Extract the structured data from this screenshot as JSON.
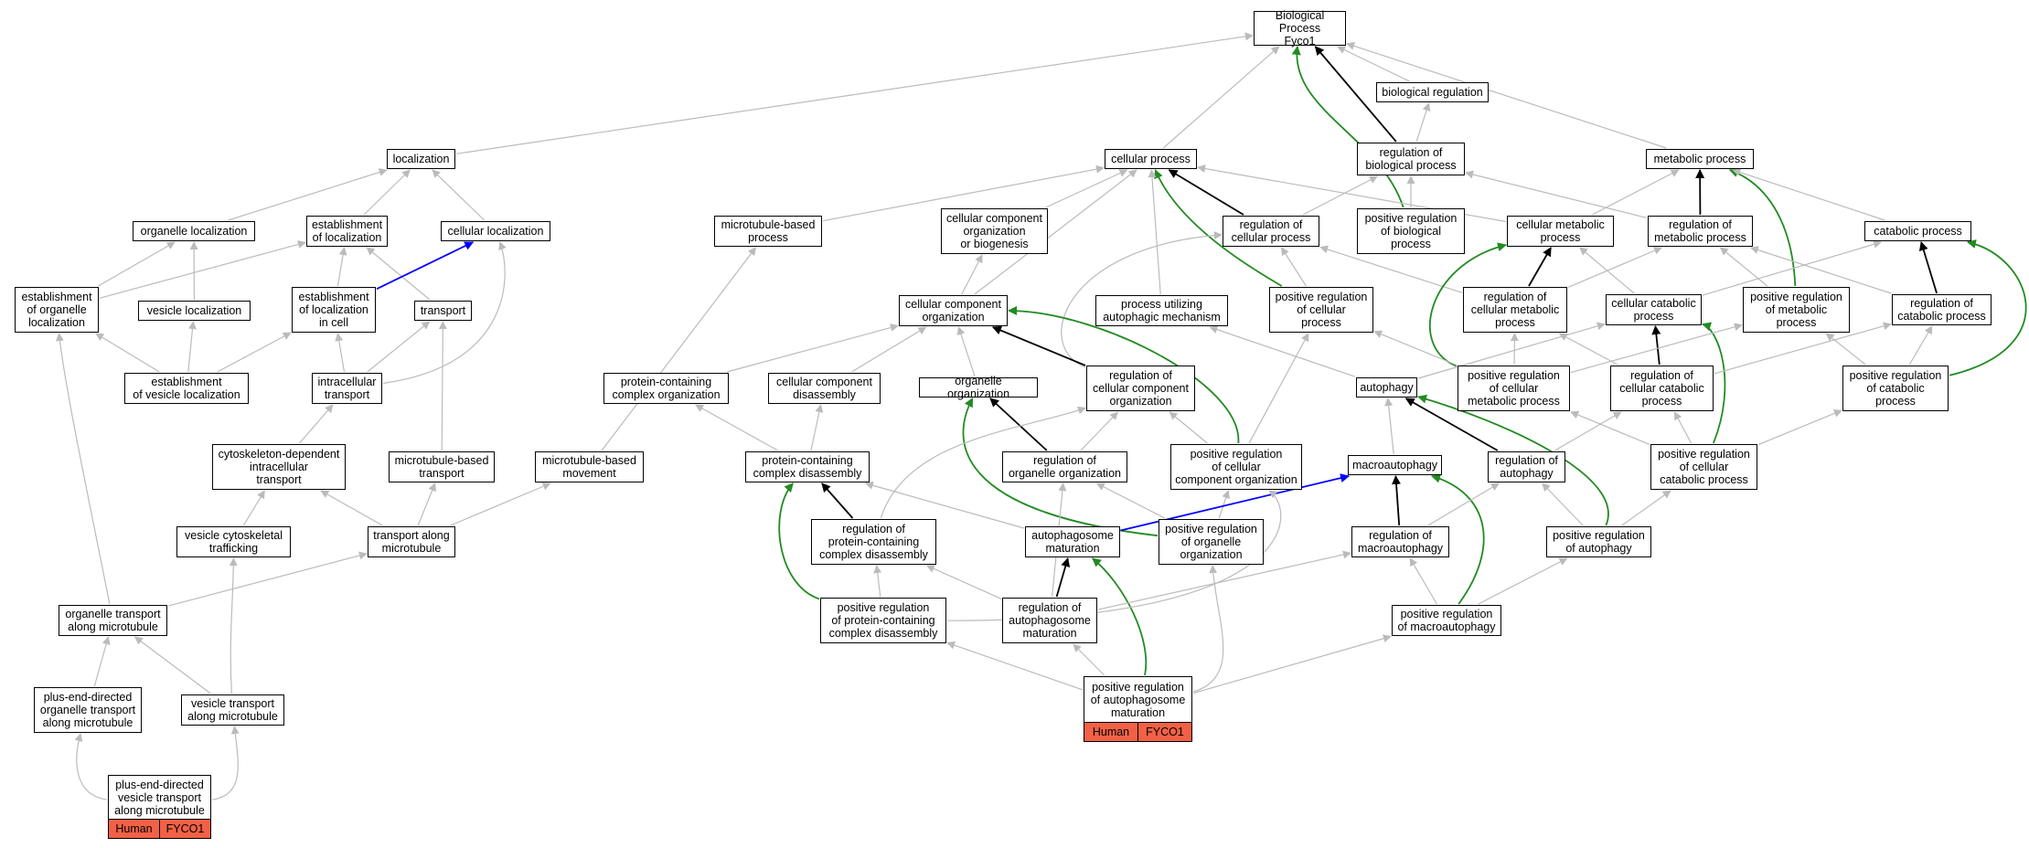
{
  "colors": {
    "edge_default": "#bbbbbb",
    "edge_black": "#000000",
    "edge_green": "#228b22",
    "edge_blue": "#0000ff",
    "tag_fill": "#f26146"
  },
  "nodes": [
    {
      "id": "bp",
      "label": "Biological Process\nFyco1"
    },
    {
      "id": "bioreg",
      "label": "biological regulation"
    },
    {
      "id": "regbio",
      "label": "regulation of\nbiological process"
    },
    {
      "id": "posregbio",
      "label": "positive regulation\nof biological\nprocess"
    },
    {
      "id": "cellproc",
      "label": "cellular process"
    },
    {
      "id": "metab",
      "label": "metabolic process"
    },
    {
      "id": "localization",
      "label": "localization"
    },
    {
      "id": "orgloc",
      "label": "organelle localization"
    },
    {
      "id": "estloc",
      "label": "establishment\nof localization"
    },
    {
      "id": "cellloc",
      "label": "cellular localization"
    },
    {
      "id": "mtbased",
      "label": "microtubule-based\nprocess"
    },
    {
      "id": "ccob",
      "label": "cellular component\norganization\nor biogenesis"
    },
    {
      "id": "regcell",
      "label": "regulation of\ncellular process"
    },
    {
      "id": "cellmetab",
      "label": "cellular metabolic\nprocess"
    },
    {
      "id": "regmetab",
      "label": "regulation of\nmetabolic process"
    },
    {
      "id": "catab",
      "label": "catabolic process"
    },
    {
      "id": "estorgloc",
      "label": "establishment\nof organelle\nlocalization"
    },
    {
      "id": "vesloc",
      "label": "vesicle localization"
    },
    {
      "id": "estlocincell",
      "label": "establishment\nof localization\nin cell"
    },
    {
      "id": "transport",
      "label": "transport"
    },
    {
      "id": "cco",
      "label": "cellular component\norganization"
    },
    {
      "id": "autophmech",
      "label": "process utilizing\nautophagic mechanism"
    },
    {
      "id": "posregcell",
      "label": "positive regulation\nof cellular\nprocess"
    },
    {
      "id": "regcellmetab",
      "label": "regulation of\ncellular metabolic\nprocess"
    },
    {
      "id": "cellcatab",
      "label": "cellular catabolic\nprocess"
    },
    {
      "id": "posregmetab",
      "label": "positive regulation\nof metabolic\nprocess"
    },
    {
      "id": "regcatab",
      "label": "regulation of\ncatabolic process"
    },
    {
      "id": "estvesloc",
      "label": "establishment\nof vesicle localization"
    },
    {
      "id": "intracell",
      "label": "intracellular\ntransport"
    },
    {
      "id": "pcco",
      "label": "protein-containing\ncomplex organization"
    },
    {
      "id": "ccdis",
      "label": "cellular component\ndisassembly"
    },
    {
      "id": "orgorg",
      "label": "organelle organization"
    },
    {
      "id": "regcco",
      "label": "regulation of\ncellular component\norganization"
    },
    {
      "id": "autophagy",
      "label": "autophagy"
    },
    {
      "id": "posregcellmetab",
      "label": "positive regulation\nof cellular\nmetabolic process"
    },
    {
      "id": "regcellcatab",
      "label": "regulation of\ncellular catabolic\nprocess"
    },
    {
      "id": "posregcatab",
      "label": "positive regulation\nof catabolic\nprocess"
    },
    {
      "id": "cytoskel",
      "label": "cytoskeleton-dependent\nintracellular\ntransport"
    },
    {
      "id": "mtbtrans",
      "label": "microtubule-based\ntransport"
    },
    {
      "id": "mtbmove",
      "label": "microtubule-based\nmovement"
    },
    {
      "id": "pcdis",
      "label": "protein-containing\ncomplex disassembly"
    },
    {
      "id": "regorgorg",
      "label": "regulation of\norganelle organization"
    },
    {
      "id": "posregcco",
      "label": "positive regulation\nof cellular\ncomponent organization"
    },
    {
      "id": "macroaut",
      "label": "macroautophagy"
    },
    {
      "id": "regaut",
      "label": "regulation of\nautophagy"
    },
    {
      "id": "posregcellcatab",
      "label": "positive regulation\nof cellular\ncatabolic process"
    },
    {
      "id": "vescyto",
      "label": "vesicle cytoskeletal\ntrafficking"
    },
    {
      "id": "transalong",
      "label": "transport along\nmicrotubule"
    },
    {
      "id": "regpcdis",
      "label": "regulation of\nprotein-containing\ncomplex disassembly"
    },
    {
      "id": "autmat",
      "label": "autophagosome\nmaturation"
    },
    {
      "id": "posregorgorg",
      "label": "positive regulation\nof organelle\norganization"
    },
    {
      "id": "regmacro",
      "label": "regulation of\nmacroautophagy"
    },
    {
      "id": "posregaut",
      "label": "positive regulation\nof autophagy"
    },
    {
      "id": "orgtrans",
      "label": "organelle transport\nalong microtubule"
    },
    {
      "id": "posregpcdis",
      "label": "positive regulation\nof protein-containing\ncomplex disassembly"
    },
    {
      "id": "regautmat",
      "label": "regulation of\nautophagosome\nmaturation"
    },
    {
      "id": "posregmacro",
      "label": "positive regulation\nof macroautophagy"
    },
    {
      "id": "plusorg",
      "label": "plus-end-directed\norganelle transport\nalong microtubule"
    },
    {
      "id": "vestrans",
      "label": "vesicle transport\nalong microtubule"
    },
    {
      "id": "leaf1",
      "label": "plus-end-directed\nvesicle transport\nalong microtubule",
      "tags": [
        "Human",
        "FYCO1"
      ]
    },
    {
      "id": "leaf2",
      "label": "positive regulation\nof autophagosome\nmaturation",
      "tags": [
        "Human",
        "FYCO1"
      ]
    }
  ],
  "edges": [
    {
      "from": "localization",
      "to": "bp",
      "type": "default"
    },
    {
      "from": "cellproc",
      "to": "bp",
      "type": "default"
    },
    {
      "from": "regbio",
      "to": "bp",
      "type": "black"
    },
    {
      "from": "posregbio",
      "to": "bp",
      "type": "green"
    },
    {
      "from": "bioreg",
      "to": "bp",
      "type": "default"
    },
    {
      "from": "metab",
      "to": "bp",
      "type": "default"
    },
    {
      "from": "regbio",
      "to": "bioreg",
      "type": "default"
    },
    {
      "from": "posregbio",
      "to": "regbio",
      "type": "default"
    },
    {
      "from": "regcell",
      "to": "regbio",
      "type": "default"
    },
    {
      "from": "regmetab",
      "to": "regbio",
      "type": "default"
    },
    {
      "from": "orgloc",
      "to": "localization",
      "type": "default"
    },
    {
      "from": "estloc",
      "to": "localization",
      "type": "default"
    },
    {
      "from": "cellloc",
      "to": "localization",
      "type": "default"
    },
    {
      "from": "mtbased",
      "to": "cellproc",
      "type": "default"
    },
    {
      "from": "ccob",
      "to": "cellproc",
      "type": "default"
    },
    {
      "from": "regcell",
      "to": "cellproc",
      "type": "black"
    },
    {
      "from": "posregcell",
      "to": "cellproc",
      "type": "green"
    },
    {
      "from": "autophmech",
      "to": "cellproc",
      "type": "default"
    },
    {
      "from": "cellmetab",
      "to": "cellproc",
      "type": "default"
    },
    {
      "from": "cco",
      "to": "cellproc",
      "type": "default"
    },
    {
      "from": "cellmetab",
      "to": "metab",
      "type": "default"
    },
    {
      "from": "regmetab",
      "to": "metab",
      "type": "black"
    },
    {
      "from": "posregmetab",
      "to": "metab",
      "type": "green"
    },
    {
      "from": "catab",
      "to": "metab",
      "type": "default"
    },
    {
      "from": "estorgloc",
      "to": "orgloc",
      "type": "default"
    },
    {
      "from": "vesloc",
      "to": "orgloc",
      "type": "default"
    },
    {
      "from": "estlocincell",
      "to": "estloc",
      "type": "default"
    },
    {
      "from": "transport",
      "to": "estloc",
      "type": "default"
    },
    {
      "from": "estorgloc",
      "to": "estloc",
      "type": "default"
    },
    {
      "from": "estlocincell",
      "to": "cellloc",
      "type": "blue"
    },
    {
      "from": "intracell",
      "to": "cellloc",
      "type": "default"
    },
    {
      "from": "mtbmove",
      "to": "mtbased",
      "type": "default"
    },
    {
      "from": "cco",
      "to": "ccob",
      "type": "default"
    },
    {
      "from": "posregcell",
      "to": "regcell",
      "type": "default"
    },
    {
      "from": "regcellmetab",
      "to": "regcell",
      "type": "default"
    },
    {
      "from": "regcco",
      "to": "regcell",
      "type": "default"
    },
    {
      "from": "regcellmetab",
      "to": "cellmetab",
      "type": "black"
    },
    {
      "from": "posregcellmetab",
      "to": "cellmetab",
      "type": "green"
    },
    {
      "from": "cellcatab",
      "to": "cellmetab",
      "type": "default"
    },
    {
      "from": "regcellmetab",
      "to": "regmetab",
      "type": "default"
    },
    {
      "from": "posregmetab",
      "to": "regmetab",
      "type": "default"
    },
    {
      "from": "regcatab",
      "to": "regmetab",
      "type": "default"
    },
    {
      "from": "regcatab",
      "to": "catab",
      "type": "black"
    },
    {
      "from": "posregcatab",
      "to": "catab",
      "type": "green"
    },
    {
      "from": "cellcatab",
      "to": "catab",
      "type": "default"
    },
    {
      "from": "estvesloc",
      "to": "estorgloc",
      "type": "default"
    },
    {
      "from": "estvesloc",
      "to": "vesloc",
      "type": "default"
    },
    {
      "from": "estvesloc",
      "to": "estlocincell",
      "type": "default"
    },
    {
      "from": "intracell",
      "to": "estlocincell",
      "type": "default"
    },
    {
      "from": "intracell",
      "to": "transport",
      "type": "default"
    },
    {
      "from": "mtbtrans",
      "to": "transport",
      "type": "default"
    },
    {
      "from": "pcco",
      "to": "cco",
      "type": "default"
    },
    {
      "from": "ccdis",
      "to": "cco",
      "type": "default"
    },
    {
      "from": "orgorg",
      "to": "cco",
      "type": "default"
    },
    {
      "from": "regcco",
      "to": "cco",
      "type": "black"
    },
    {
      "from": "posregcco",
      "to": "cco",
      "type": "green"
    },
    {
      "from": "autophagy",
      "to": "autophmech",
      "type": "default"
    },
    {
      "from": "posregcellmetab",
      "to": "posregcell",
      "type": "default"
    },
    {
      "from": "posregcco",
      "to": "posregcell",
      "type": "default"
    },
    {
      "from": "posregcellmetab",
      "to": "regcellmetab",
      "type": "default"
    },
    {
      "from": "regcellcatab",
      "to": "regcellmetab",
      "type": "default"
    },
    {
      "from": "regcellcatab",
      "to": "cellcatab",
      "type": "black"
    },
    {
      "from": "posregcellcatab",
      "to": "cellcatab",
      "type": "green"
    },
    {
      "from": "autophagy",
      "to": "cellcatab",
      "type": "default"
    },
    {
      "from": "posregcellmetab",
      "to": "posregmetab",
      "type": "default"
    },
    {
      "from": "posregcatab",
      "to": "posregmetab",
      "type": "default"
    },
    {
      "from": "posregcatab",
      "to": "regcatab",
      "type": "default"
    },
    {
      "from": "regcellcatab",
      "to": "regcatab",
      "type": "default"
    },
    {
      "from": "cytoskel",
      "to": "intracell",
      "type": "default"
    },
    {
      "from": "pcdis",
      "to": "pcco",
      "type": "default"
    },
    {
      "from": "pcdis",
      "to": "ccdis",
      "type": "default"
    },
    {
      "from": "regorgorg",
      "to": "orgorg",
      "type": "black"
    },
    {
      "from": "posregorgorg",
      "to": "orgorg",
      "type": "green"
    },
    {
      "from": "regorgorg",
      "to": "regcco",
      "type": "default"
    },
    {
      "from": "posregcco",
      "to": "regcco",
      "type": "default"
    },
    {
      "from": "regpcdis",
      "to": "regcco",
      "type": "default"
    },
    {
      "from": "macroaut",
      "to": "autophagy",
      "type": "default"
    },
    {
      "from": "regaut",
      "to": "autophagy",
      "type": "black"
    },
    {
      "from": "posregaut",
      "to": "autophagy",
      "type": "green"
    },
    {
      "from": "posregcellcatab",
      "to": "posregcellmetab",
      "type": "default"
    },
    {
      "from": "regaut",
      "to": "regcellcatab",
      "type": "default"
    },
    {
      "from": "posregcellcatab",
      "to": "regcellcatab",
      "type": "default"
    },
    {
      "from": "posregcellcatab",
      "to": "posregcatab",
      "type": "default"
    },
    {
      "from": "vescyto",
      "to": "cytoskel",
      "type": "default"
    },
    {
      "from": "transalong",
      "to": "cytoskel",
      "type": "default"
    },
    {
      "from": "transalong",
      "to": "mtbtrans",
      "type": "default"
    },
    {
      "from": "transalong",
      "to": "mtbmove",
      "type": "default"
    },
    {
      "from": "regpcdis",
      "to": "pcdis",
      "type": "black"
    },
    {
      "from": "posregpcdis",
      "to": "pcdis",
      "type": "green"
    },
    {
      "from": "autmat",
      "to": "pcdis",
      "type": "default"
    },
    {
      "from": "regautmat",
      "to": "regorgorg",
      "type": "default"
    },
    {
      "from": "posregorgorg",
      "to": "regorgorg",
      "type": "default"
    },
    {
      "from": "posregorgorg",
      "to": "posregcco",
      "type": "default"
    },
    {
      "from": "regmacro",
      "to": "macroaut",
      "type": "black"
    },
    {
      "from": "autmat",
      "to": "macroaut",
      "type": "blue"
    },
    {
      "from": "posregmacro",
      "to": "macroaut",
      "type": "green"
    },
    {
      "from": "regmacro",
      "to": "regaut",
      "type": "default"
    },
    {
      "from": "posregaut",
      "to": "regaut",
      "type": "default"
    },
    {
      "from": "posregaut",
      "to": "posregcellcatab",
      "type": "default"
    },
    {
      "from": "vestrans",
      "to": "vescyto",
      "type": "default"
    },
    {
      "from": "orgtrans",
      "to": "transalong",
      "type": "default"
    },
    {
      "from": "regautmat",
      "to": "regpcdis",
      "type": "default"
    },
    {
      "from": "posregpcdis",
      "to": "regpcdis",
      "type": "default"
    },
    {
      "from": "regautmat",
      "to": "autmat",
      "type": "black"
    },
    {
      "from": "leaf2",
      "to": "autmat",
      "type": "green"
    },
    {
      "from": "regautmat",
      "to": "regmacro",
      "type": "default"
    },
    {
      "from": "posregmacro",
      "to": "regmacro",
      "type": "default"
    },
    {
      "from": "posregmacro",
      "to": "posregaut",
      "type": "default"
    },
    {
      "from": "plusorg",
      "to": "orgtrans",
      "type": "default"
    },
    {
      "from": "vestrans",
      "to": "orgtrans",
      "type": "default"
    },
    {
      "from": "orgtrans",
      "to": "estorgloc",
      "type": "default"
    },
    {
      "from": "leaf2",
      "to": "posregpcdis",
      "type": "default"
    },
    {
      "from": "leaf2",
      "to": "regautmat",
      "type": "default"
    },
    {
      "from": "leaf2",
      "to": "posregmacro",
      "type": "default"
    },
    {
      "from": "leaf2",
      "to": "posregorgorg",
      "type": "default"
    },
    {
      "from": "posregpcdis",
      "to": "posregcco",
      "type": "default"
    },
    {
      "from": "leaf1",
      "to": "plusorg",
      "type": "default"
    },
    {
      "from": "leaf1",
      "to": "vestrans",
      "type": "default"
    }
  ]
}
